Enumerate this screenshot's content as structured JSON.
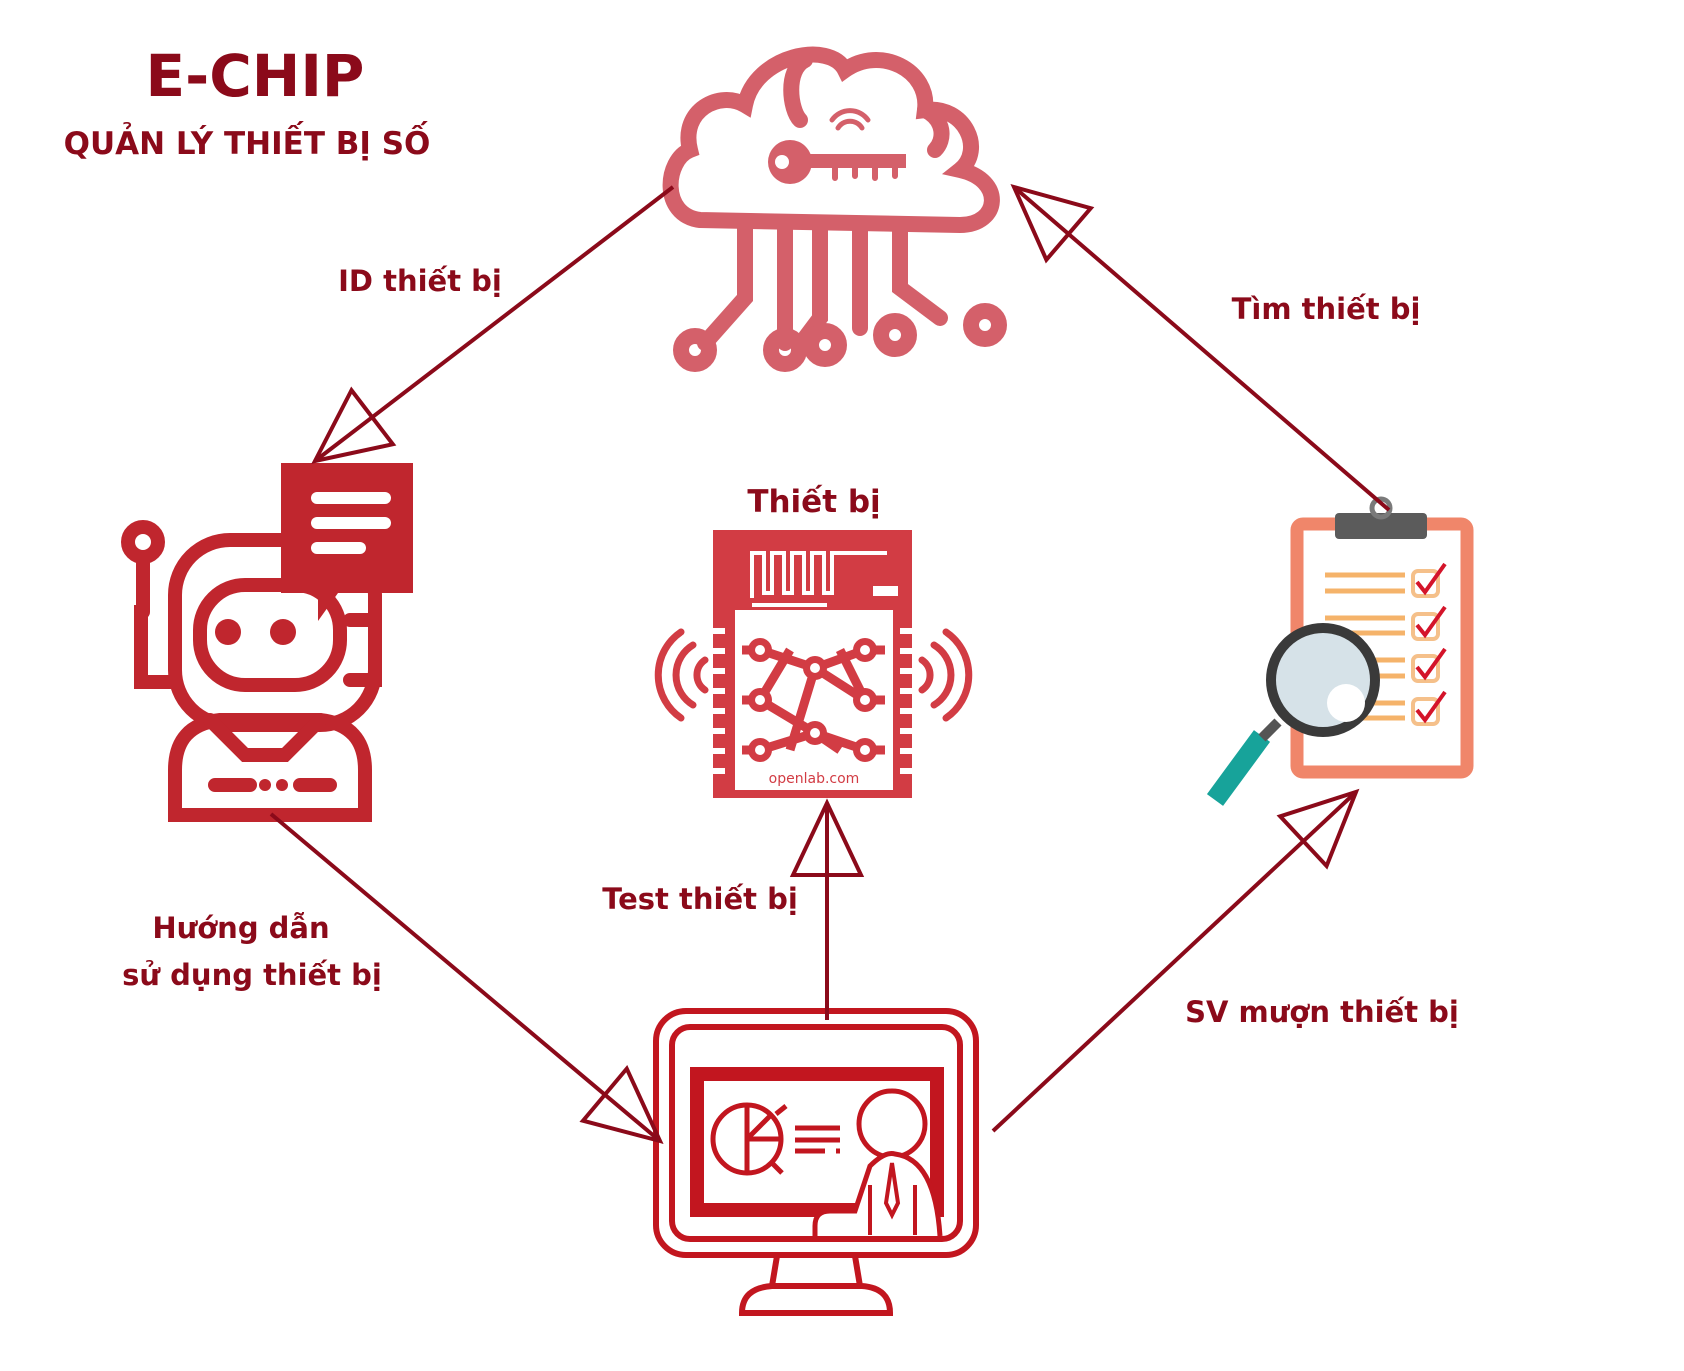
{
  "header": {
    "title": "E-CHIP",
    "subtitle": "QUẢN LÝ THIẾT BỊ SỐ"
  },
  "nodes": {
    "device_label": "Thiết bị",
    "chip_brand": "openlab.com"
  },
  "edges": [
    {
      "label": "ID thiết bị",
      "from": "cloud",
      "to": "robot"
    },
    {
      "label": "Tìm thiết bị",
      "from": "checklist",
      "to": "cloud"
    },
    {
      "label_line1": "Hướng dẫn",
      "label_line2": "sử dụng thiết bị",
      "from": "robot",
      "to": "monitor"
    },
    {
      "label": "Test thiết bị",
      "from": "monitor",
      "to": "chip"
    },
    {
      "label": "SV mượn thiết bị",
      "from": "monitor",
      "to": "checklist"
    }
  ],
  "colors": {
    "text": "#8b0a1a",
    "arrow": "#8b0a1a",
    "cloud": "#d4606a",
    "chip": "#d23c44",
    "robot": "#c0262e",
    "monitor": "#c2161f",
    "clipboard": "#f0866a",
    "magnifier_handle": "#17a39a"
  }
}
